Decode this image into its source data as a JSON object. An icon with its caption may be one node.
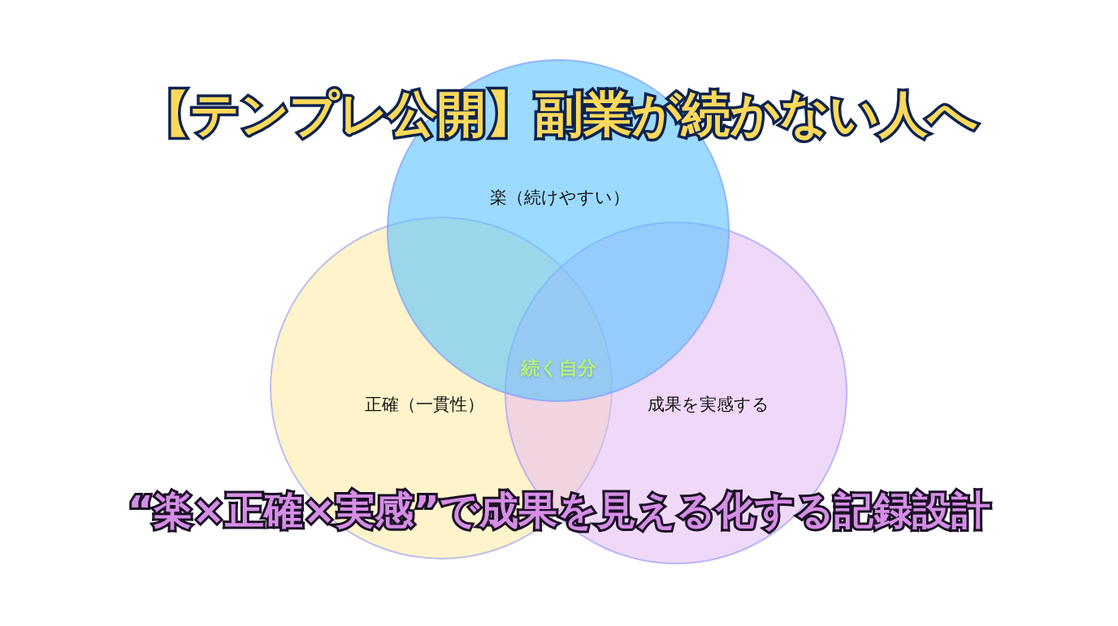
{
  "diagram": {
    "title": "【テンプレ公開】副業が続かない人へ",
    "caption": "“楽×正確×実感”で成果を見える化する記録設計",
    "nodes": [
      {
        "text": [
          "楽（続けやすい）"
        ]
      },
      {
        "text": [
          "正確（一貫性）"
        ]
      },
      {
        "text": [
          "成果を実感する"
        ]
      }
    ],
    "labels": [
      "続く自分"
    ]
  }
}
